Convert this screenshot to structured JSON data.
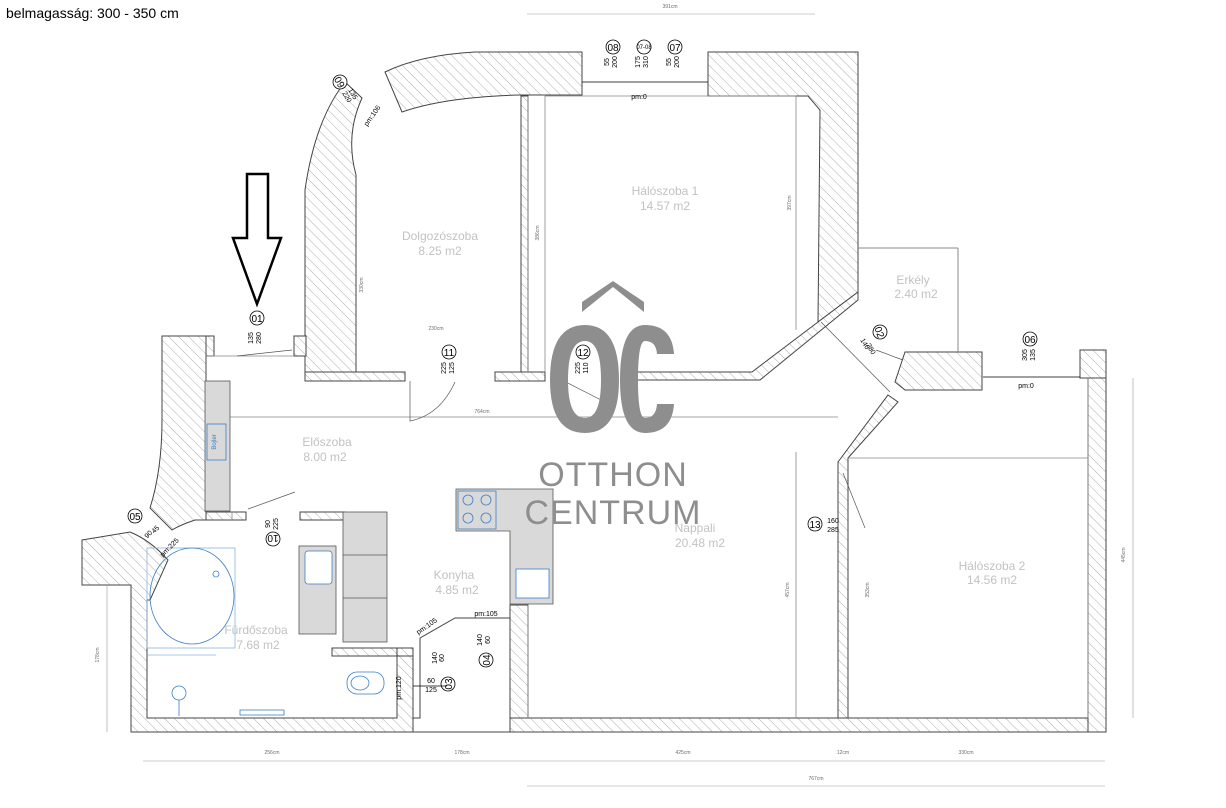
{
  "ceiling_height": "belmagasság: 300 - 350 cm",
  "colors": {
    "wall_stroke": "#444444",
    "hatch": "#9a9a9a",
    "room_text": "#c2c2c2",
    "fixture_fill": "#d9d9d9",
    "fixture_blue": "#3a7fc8",
    "logo": "#8e8e8e"
  },
  "icons": [
    "arrow-down-icon",
    "logo-chevron-icon"
  ],
  "rooms": [
    {
      "id": "dolgozo",
      "name": "Dolgozószoba",
      "area": "8.25 m2"
    },
    {
      "id": "haloszoba1",
      "name": "Hálószoba 1",
      "area": "14.57 m2"
    },
    {
      "id": "erkely",
      "name": "Erkély",
      "area": "2.40 m2"
    },
    {
      "id": "eloszoba",
      "name": "Előszoba",
      "area": "8.00 m2"
    },
    {
      "id": "nappali",
      "name": "Nappali",
      "area": "20.48 m2"
    },
    {
      "id": "haloszoba2",
      "name": "Hálószoba 2",
      "area": "14.56 m2"
    },
    {
      "id": "konyha",
      "name": "Konyha",
      "area": "4.85 m2"
    },
    {
      "id": "furdo",
      "name": "Fürdőszoba",
      "area": "7.68 m2"
    }
  ],
  "openings": [
    {
      "id": "01",
      "number": "01",
      "values": [
        "135",
        "280"
      ]
    },
    {
      "id": "02",
      "number": "02",
      "values": [
        "140",
        "280"
      ]
    },
    {
      "id": "03",
      "number": "03",
      "values": [
        "60",
        "140"
      ],
      "extra": [
        "pm:105"
      ]
    },
    {
      "id": "04",
      "number": "04",
      "values": [
        "60",
        "140"
      ],
      "extra": [
        "pm:105"
      ]
    },
    {
      "id": "05",
      "number": "05",
      "values": [
        "45",
        "90"
      ],
      "extra": [
        "pm:225"
      ]
    },
    {
      "id": "06",
      "number": "06",
      "values": [
        "135",
        "305"
      ],
      "extra": [
        "pm:0"
      ]
    },
    {
      "id": "07",
      "number": "07",
      "values": [
        "55",
        "200"
      ]
    },
    {
      "id": "08",
      "number": "08",
      "values": [
        "55",
        "200"
      ]
    },
    {
      "id": "07-08",
      "number": "07-08",
      "values": [
        "175",
        "310"
      ],
      "extra": [
        "pm:0"
      ]
    },
    {
      "id": "09",
      "number": "09",
      "values": [
        "135",
        "220"
      ],
      "extra": [
        "pm:106"
      ]
    },
    {
      "id": "10",
      "number": "10",
      "values": [
        "90",
        "225"
      ]
    },
    {
      "id": "11",
      "number": "11",
      "values": [
        "125",
        "225"
      ]
    },
    {
      "id": "12",
      "number": "12",
      "values": [
        "110",
        "225"
      ]
    },
    {
      "id": "13",
      "number": "13",
      "values": [
        "160",
        "285"
      ]
    },
    {
      "id": "wc",
      "number": "",
      "values": [
        "60",
        "125"
      ],
      "extra": [
        "pm:120"
      ]
    }
  ],
  "dimensions": {
    "top_total": "391cm",
    "bottom_total": "767cm",
    "bottom_segments": [
      "256cm",
      "178cm",
      "425cm",
      "12cm",
      "330cm"
    ],
    "corridor": "764cm",
    "dolgozo_width": "230cm",
    "dolgozo_height": "330cm",
    "halo1_left": "386cm",
    "halo1_right": "397cm",
    "nappali_height": "457cm",
    "halo2_left": "353cm",
    "right_side": "445cm",
    "left_side": "178cm"
  },
  "fixtures": {
    "boiler": "Bojler"
  },
  "logo": {
    "monogram": "ÔC",
    "line1": "OTTHON",
    "line2": "CENTRUM"
  }
}
